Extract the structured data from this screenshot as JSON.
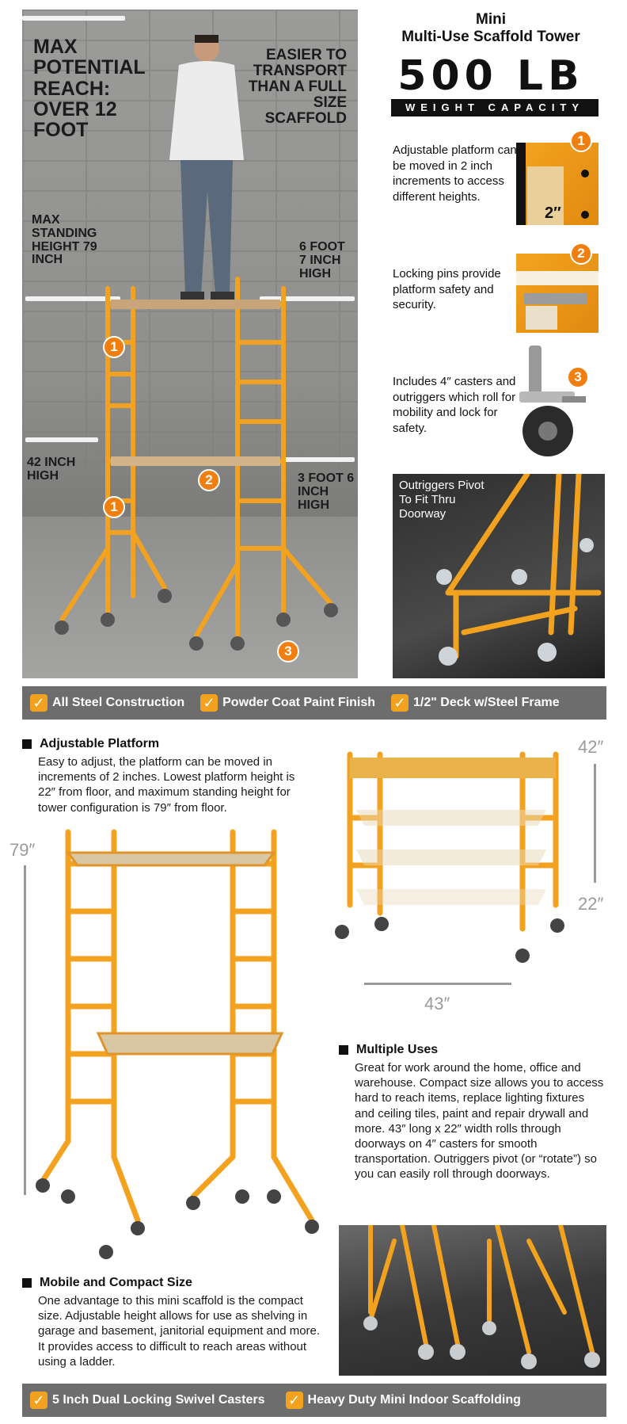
{
  "hero": {
    "max_reach": "MAX POTENTIAL REACH: OVER 12 FOOT",
    "easier": "EASIER TO TRANSPORT THAN A FULL SIZE SCAFFOLD",
    "max_standing": "MAX STANDING HEIGHT 79 INCH",
    "six_foot": "6 FOOT 7 INCH HIGH",
    "forty_two": "42 INCH HIGH",
    "three_foot": "3 FOOT 6 INCH HIGH",
    "badges": [
      "1",
      "1",
      "2",
      "3"
    ]
  },
  "header": {
    "line1": "Mini",
    "line2": "Multi-Use Scaffold Tower",
    "capacity": "500 LB",
    "capacity_label": "WEIGHT CAPACITY"
  },
  "features": [
    {
      "num": "1",
      "text": "Adjustable platform can be moved in 2 inch increments to access different heights.",
      "thumb_label": "2″"
    },
    {
      "num": "2",
      "text": "Locking pins provide platform safety and security."
    },
    {
      "num": "3",
      "text": "Includes 4″ casters and outriggers which roll for mobility and lock for safety."
    }
  ],
  "pivot_label": "Outriggers Pivot To Fit Thru Doorway",
  "bar1": [
    "All Steel Construction",
    "Powder Coat Paint Finish",
    "1/2\" Deck w/Steel Frame"
  ],
  "adjustable": {
    "title": "Adjustable Platform",
    "body": "Easy to adjust, the platform can be moved in increments of 2 inches. Lowest platform height is 22″ from floor, and maximum standing height for tower configuration is 79″ from floor."
  },
  "dims": {
    "h79": "79″",
    "h42": "42″",
    "h22": "22″",
    "w43": "43″"
  },
  "multiple": {
    "title": "Multiple Uses",
    "body": "Great for work around the home, office and warehouse. Compact size allows you to access hard to reach items, replace lighting fixtures and ceiling tiles, paint and repair drywall and more.  43″ long x 22″ width rolls through doorways on 4″ casters for smooth transportation. Outriggers pivot (or “rotate”) so you can easily roll through doorways."
  },
  "mobile": {
    "title": "Mobile and Compact Size",
    "body": "One advantage to this mini scaffold is the compact size. Adjustable height allows for use as shelving in garage and basement, janitorial equipment and more. It provides access to difficult to reach areas without using a ladder."
  },
  "bar2": [
    "5 Inch Dual Locking Swivel Casters",
    "Heavy Duty Mini Indoor Scaffolding"
  ],
  "colors": {
    "accent": "#f07f10",
    "frame": "#f3a21f",
    "bar": "#6d6d6d"
  }
}
